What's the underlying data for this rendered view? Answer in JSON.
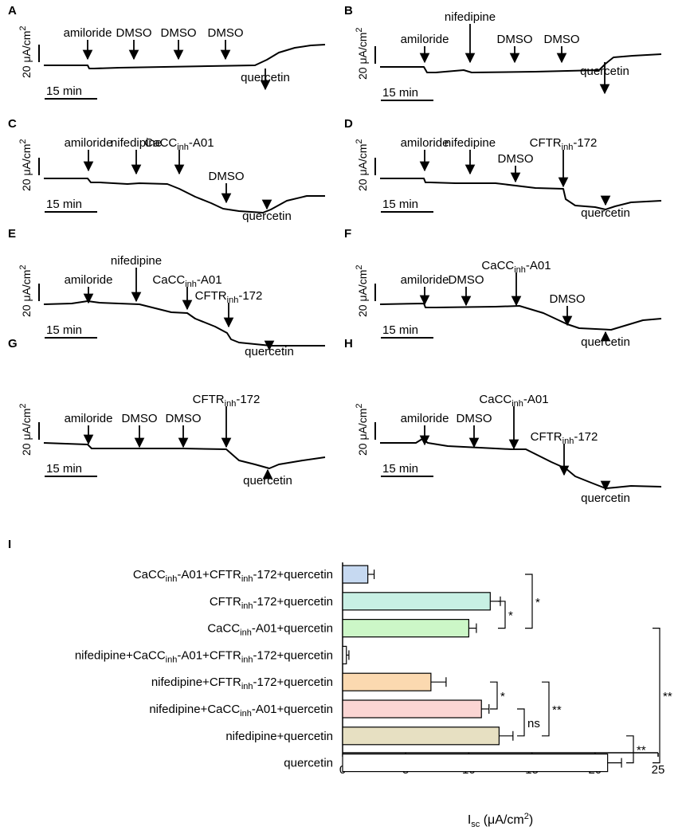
{
  "chart_data": [
    {
      "type": "line",
      "panel": "A",
      "ylabel": "20 μA/cm²",
      "scale_bar_label": "15 min",
      "annotations": [
        {
          "label": "amiloride",
          "direction": "down"
        },
        {
          "label": "DMSO",
          "direction": "down"
        },
        {
          "label": "DMSO",
          "direction": "down"
        },
        {
          "label": "DMSO",
          "direction": "down"
        },
        {
          "label": "quercetin",
          "direction": "up"
        }
      ]
    },
    {
      "type": "line",
      "panel": "B",
      "ylabel": "20 μA/cm²",
      "scale_bar_label": "15 min",
      "annotations": [
        {
          "label": "amiloride",
          "direction": "down"
        },
        {
          "label": "nifedipine",
          "direction": "down"
        },
        {
          "label": "DMSO",
          "direction": "down"
        },
        {
          "label": "DMSO",
          "direction": "down"
        },
        {
          "label": "quercetin",
          "direction": "up"
        }
      ]
    },
    {
      "type": "line",
      "panel": "C",
      "ylabel": "20 μA/cm²",
      "scale_bar_label": "15 min",
      "annotations": [
        {
          "label": "amiloride",
          "direction": "down"
        },
        {
          "label": "nifedipine",
          "direction": "down"
        },
        {
          "label": "CaCCinh-A01",
          "direction": "down"
        },
        {
          "label": "DMSO",
          "direction": "down"
        },
        {
          "label": "quercetin",
          "direction": "up"
        }
      ]
    },
    {
      "type": "line",
      "panel": "D",
      "ylabel": "20 μA/cm²",
      "scale_bar_label": "15 min",
      "annotations": [
        {
          "label": "amiloride",
          "direction": "down"
        },
        {
          "label": "nifedipine",
          "direction": "down"
        },
        {
          "label": "DMSO",
          "direction": "down"
        },
        {
          "label": "CFTRinh-172",
          "direction": "down"
        },
        {
          "label": "quercetin",
          "direction": "up"
        }
      ]
    },
    {
      "type": "line",
      "panel": "E",
      "ylabel": "20 μA/cm²",
      "scale_bar_label": "15 min",
      "annotations": [
        {
          "label": "amiloride",
          "direction": "down"
        },
        {
          "label": "nifedipine",
          "direction": "down"
        },
        {
          "label": "CaCCinh-A01",
          "direction": "down"
        },
        {
          "label": "CFTRinh-172",
          "direction": "down"
        },
        {
          "label": "quercetin",
          "direction": "up"
        }
      ]
    },
    {
      "type": "line",
      "panel": "F",
      "ylabel": "20 μA/cm²",
      "scale_bar_label": "15 min",
      "annotations": [
        {
          "label": "amiloride",
          "direction": "down"
        },
        {
          "label": "DMSO",
          "direction": "down"
        },
        {
          "label": "CaCCinh-A01",
          "direction": "down"
        },
        {
          "label": "DMSO",
          "direction": "down"
        },
        {
          "label": "quercetin",
          "direction": "up"
        }
      ]
    },
    {
      "type": "line",
      "panel": "G",
      "ylabel": "20 μA/cm²",
      "scale_bar_label": "15 min",
      "annotations": [
        {
          "label": "amiloride",
          "direction": "down"
        },
        {
          "label": "DMSO",
          "direction": "down"
        },
        {
          "label": "DMSO",
          "direction": "down"
        },
        {
          "label": "CFTRinh-172",
          "direction": "down"
        },
        {
          "label": "quercetin",
          "direction": "up"
        }
      ]
    },
    {
      "type": "line",
      "panel": "H",
      "ylabel": "20 μA/cm²",
      "scale_bar_label": "15 min",
      "annotations": [
        {
          "label": "amiloride",
          "direction": "down"
        },
        {
          "label": "DMSO",
          "direction": "down"
        },
        {
          "label": "CaCCinh-A01",
          "direction": "down"
        },
        {
          "label": "CFTRinh-172",
          "direction": "down"
        },
        {
          "label": "quercetin",
          "direction": "up"
        }
      ]
    },
    {
      "type": "bar",
      "panel": "I",
      "orientation": "horizontal",
      "xlabel": "Isc (μA/cm²)",
      "xlim": [
        0,
        25
      ],
      "xticks": [
        0,
        5,
        10,
        15,
        20,
        25
      ],
      "categories": [
        "CaCCinh-A01+CFTRinh-172+quercetin",
        "CFTRinh-172+quercetin",
        "CaCCinh-A01+quercetin",
        "nifedipine+CaCCinh-A01+CFTRinh-172+quercetin",
        "nifedipine+CFTRinh-172+quercetin",
        "nifedipine+CaCCinh-A01+quercetin",
        "nifedipine+quercetin",
        "quercetin"
      ],
      "values": [
        2.0,
        11.7,
        10.0,
        0.3,
        7.0,
        11.0,
        12.4,
        21.0
      ],
      "errors": [
        0.5,
        0.8,
        0.6,
        0.2,
        1.2,
        0.6,
        1.1,
        1.1
      ],
      "colors": [
        "#c6d9f1",
        "#c8f0e4",
        "#ccf7c7",
        "#ffffff",
        "#fbd9b0",
        "#fbd5d3",
        "#e7e0c2",
        "#ffffff"
      ],
      "significance": [
        {
          "between": [
            1,
            2
          ],
          "label": "*"
        },
        {
          "between": [
            0,
            2
          ],
          "label": "*"
        },
        {
          "between": [
            4,
            5
          ],
          "label": "*"
        },
        {
          "between": [
            5,
            6
          ],
          "label": "ns"
        },
        {
          "between": [
            4,
            6
          ],
          "label": "**"
        },
        {
          "between": [
            6,
            7
          ],
          "label": "**"
        },
        {
          "between": [
            2,
            7
          ],
          "label": "**"
        }
      ]
    }
  ]
}
